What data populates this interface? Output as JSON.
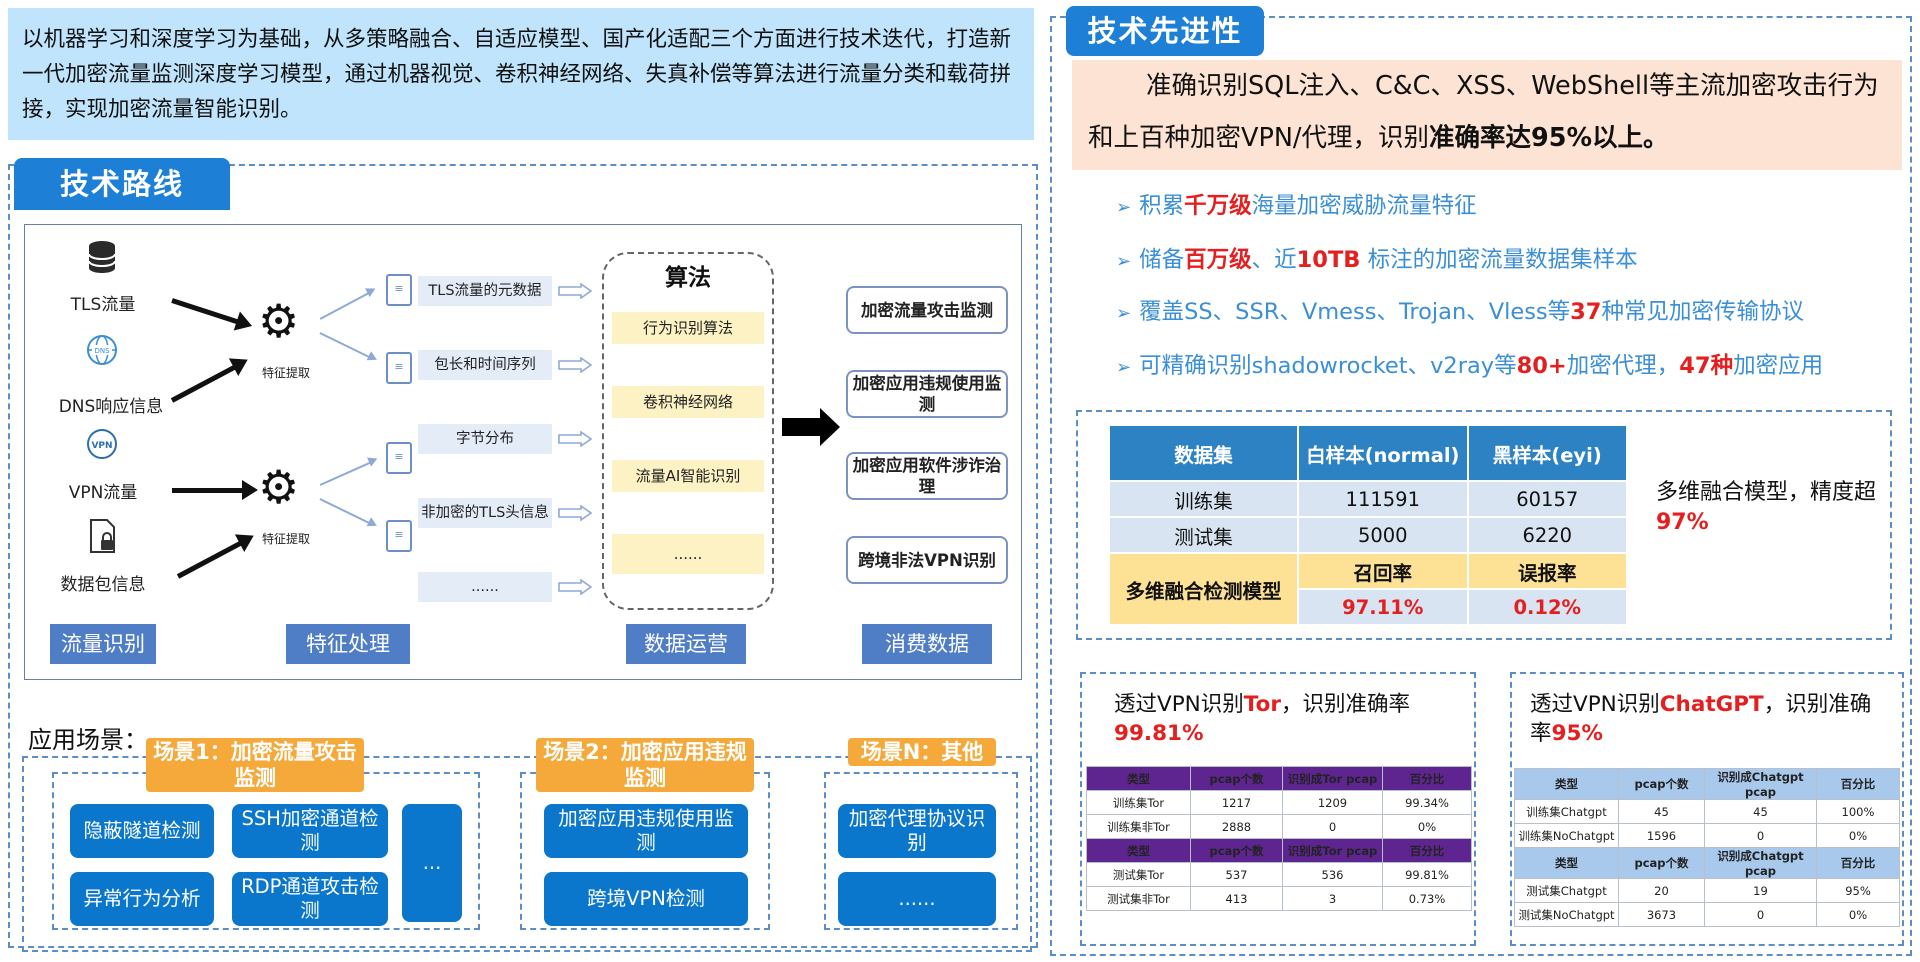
{
  "intro": "以机器学习和深度学习为基础，从多策略融合、自适应模型、国产化适配三个方面进行技术迭代，打造新一代加密流量监测深度学习模型，通过机器视觉、卷积神经网络、失真补偿等算法进行流量分类和载荷拼接，实现加密流量智能识别。",
  "route": {
    "title": "技术路线",
    "sources": [
      {
        "label": "TLS流量",
        "icon": "database-icon"
      },
      {
        "label": "DNS响应信息",
        "icon": "dns-icon"
      },
      {
        "label": "VPN流量",
        "icon": "vpn-icon"
      },
      {
        "label": "数据包信息",
        "icon": "lock-file-icon"
      }
    ],
    "extract_label": "特征提取",
    "features": [
      "TLS流量的元数据",
      "包长和时间序列",
      "字节分布",
      "非加密的TLS头信息",
      "......"
    ],
    "algo_title": "算法",
    "algorithms": [
      "行为识别算法",
      "卷积神经网络",
      "流量AI智能识别",
      "......"
    ],
    "outputs": [
      "加密流量攻击监测",
      "加密应用违规使用监测",
      "加密应用软件涉诈治理",
      "跨境非法VPN识别"
    ],
    "stages": [
      "流量识别",
      "特征处理",
      "数据运营",
      "消费数据"
    ]
  },
  "scenes": {
    "title": "应用场景：",
    "s1": {
      "tag": "场景1：加密流量攻击监测",
      "items": [
        "隐蔽隧道检测",
        "SSH加密通道检测",
        "...",
        "异常行为分析",
        "RDP通道攻击检测"
      ]
    },
    "s2": {
      "tag": "场景2：加密应用违规监测",
      "items": [
        "加密应用违规使用监测",
        "跨境VPN检测"
      ]
    },
    "sn": {
      "tag": "场景N：其他",
      "items": [
        "加密代理协议识别",
        "......"
      ]
    }
  },
  "adv": {
    "title": "技术先进性",
    "accuracy_pre": "准确识别SQL注入、C&C、XSS、WebShell等主流加密攻击行为和上百种加密VPN/代理，识别",
    "accuracy_bold": "准确率达95%以上。",
    "bullets": [
      [
        "积累",
        "千万级",
        "海量加密威胁流量特征",
        "",
        ""
      ],
      [
        "储备",
        "百万级",
        "、近",
        "10TB",
        " 标注的加密流量数据集样本"
      ],
      [
        "覆盖SS、SSR、Vmess、Trojan、Vless等",
        "37",
        "种常见加密传输协议",
        "",
        ""
      ],
      [
        "可精确识别shadowrocket、v2ray等",
        "80+",
        "加密代理，",
        "47种",
        "加密应用"
      ]
    ]
  },
  "dataset": {
    "headers": [
      "数据集",
      "白样本(normal)",
      "黑样本(eyi)"
    ],
    "rows": [
      [
        "训练集",
        "111591",
        "60157"
      ],
      [
        "测试集",
        "5000",
        "6220"
      ]
    ],
    "model": "多维融合检测模型",
    "metric_headers": [
      "召回率",
      "误报率"
    ],
    "metrics": [
      "97.11%",
      "0.12%"
    ],
    "note_pre": "多维融合模型，精度超",
    "note_val": "97%"
  },
  "tor": {
    "title_pre": "透过VPN识别",
    "title_bold": "Tor",
    "title_mid": "，识别准确率",
    "title_val": "99.81%",
    "head1": [
      "类型",
      "pcap个数",
      "识别成Tor pcap",
      "百分比"
    ],
    "rows1": [
      [
        "训练集Tor",
        "1217",
        "1209",
        "99.34%"
      ],
      [
        "训练集非Tor",
        "2888",
        "0",
        "0%"
      ]
    ],
    "head2": [
      "类型",
      "pcap个数",
      "识别成Tor pcap",
      "百分比"
    ],
    "rows2": [
      [
        "测试集Tor",
        "537",
        "536",
        "99.81%"
      ],
      [
        "测试集非Tor",
        "413",
        "3",
        "0.73%"
      ]
    ]
  },
  "gpt": {
    "title_pre": "透过VPN识别",
    "title_bold": "ChatGPT",
    "title_mid": "，识别准确率",
    "title_val": "95%",
    "head1": [
      "类型",
      "pcap个数",
      "识别成Chatgpt pcap",
      "百分比"
    ],
    "rows1": [
      [
        "训练集Chatgpt",
        "45",
        "45",
        "100%"
      ],
      [
        "训练集NoChatgpt",
        "1596",
        "0",
        "0%"
      ]
    ],
    "head2": [
      "类型",
      "pcap个数",
      "识别成Chatgpt pcap",
      "百分比"
    ],
    "rows2": [
      [
        "测试集Chatgpt",
        "20",
        "19",
        "95%"
      ],
      [
        "测试集NoChatgpt",
        "3673",
        "0",
        "0%"
      ]
    ]
  }
}
